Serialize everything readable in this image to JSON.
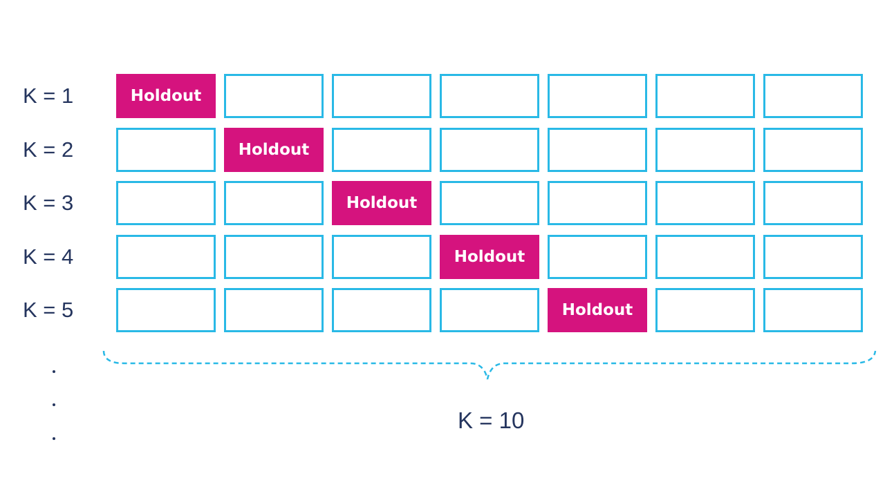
{
  "rows": [
    {
      "label": "K = 1",
      "holdout_index": 0
    },
    {
      "label": "K = 2",
      "holdout_index": 1
    },
    {
      "label": "K = 3",
      "holdout_index": 2
    },
    {
      "label": "K = 4",
      "holdout_index": 3
    },
    {
      "label": "K = 5",
      "holdout_index": 4
    }
  ],
  "columns_per_row": 7,
  "holdout_text": "Holdout",
  "continuation": "...",
  "total_label": "K = 10",
  "colors": {
    "holdout": "#d5137e",
    "fold_border": "#29b9e6",
    "text": "#25355e"
  }
}
